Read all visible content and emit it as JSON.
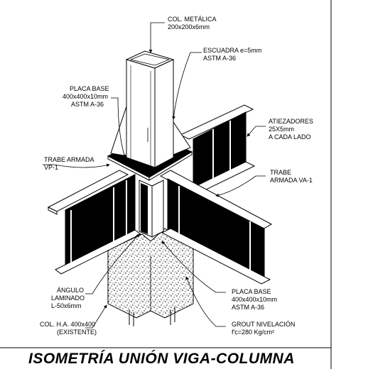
{
  "title": "ISOMETRÍA UNIÓN VIGA-COLUMNA",
  "labels": {
    "col_metalica": {
      "line1": "COL. METÁLICA",
      "line2": "200x200x6mm"
    },
    "escuadra": {
      "line1": "ESCUADRA e=5mm",
      "line2": "ASTM A-36"
    },
    "placa_base_top": {
      "line1": "PLACA BASE",
      "line2": "400x400x10mm",
      "line3": "ASTM A-36"
    },
    "atiezadores": {
      "line1": "ATIEZADORES",
      "line2": "25X5mm",
      "line3": "A CADA LADO"
    },
    "trabe_vp1": {
      "line1": "TRABE ARMADA",
      "line2": "VP-1"
    },
    "trabe_va1": {
      "line1": "TRABE",
      "line2": "ARMADA VA-1"
    },
    "angulo": {
      "line1": "ÁNGULO",
      "line2": "LAMINADO",
      "line3": "L-50x6mm"
    },
    "placa_base_bottom": {
      "line1": "PLACA BASE",
      "line2": "400x400x10mm",
      "line3": "ASTM A-36"
    },
    "col_ha": {
      "line1": "COL. H.A. 400x400",
      "line2": "(EXISTENTE)"
    },
    "grout": {
      "line1": "GROUT NIVELACIÓN",
      "line2": "f'c=280 Kg/cm²"
    }
  }
}
